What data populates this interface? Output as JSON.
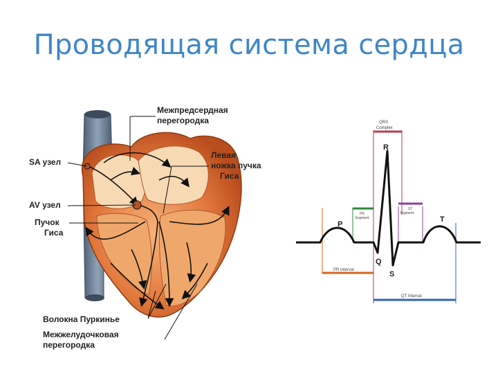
{
  "slide": {
    "title": "Проводящая система сердца"
  },
  "heart": {
    "labels": {
      "interatrial_1": "Межпредсердная",
      "interatrial_2": "перегородка",
      "sa_node": "SA узел",
      "left_bundle_1": "Левая",
      "left_bundle_2": "ножка пучка",
      "left_bundle_3": "Гиса",
      "av_node": "AV узел",
      "bundle_his_1": "Пучок",
      "bundle_his_2": "Гиса",
      "purkinje": "Волокна Пуркинье",
      "interventricular_1": "Межжелудочковая",
      "interventricular_2": "перегородка"
    }
  },
  "ecg": {
    "qrs_complex_1": "QRS",
    "qrs_complex_2": "Complex",
    "wave_r": "R",
    "wave_p": "P",
    "wave_q": "Q",
    "wave_s": "S",
    "wave_t": "T",
    "pr_segment_1": "PR",
    "pr_segment_2": "Segment",
    "st_segment_1": "ST",
    "st_segment_2": "Segment",
    "pr_interval": "PR Interval",
    "qt_interval": "QT Interval",
    "colors": {
      "qrs": "#c0394b",
      "pr_segment": "#2e8b3a",
      "st_segment": "#8a3fa0",
      "pr_interval": "#d4661e",
      "qt_interval": "#2f63b5"
    }
  }
}
